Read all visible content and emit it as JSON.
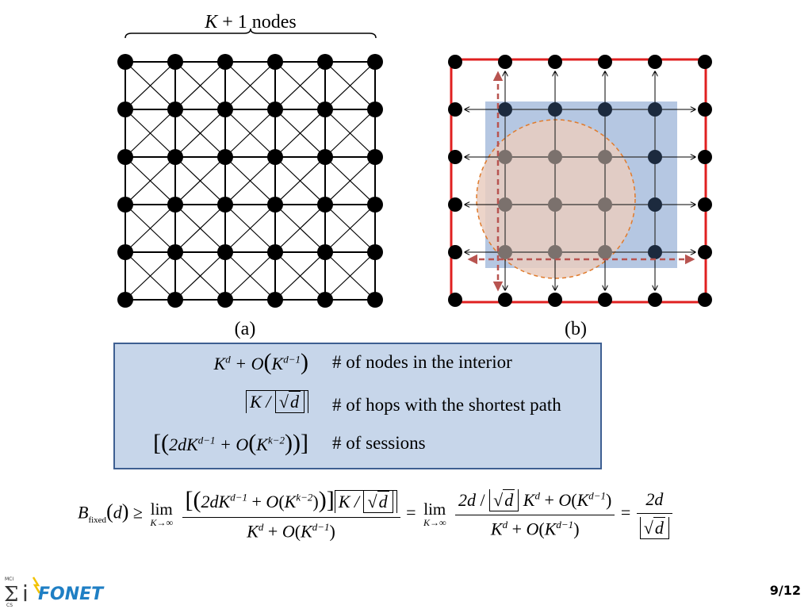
{
  "diagram": {
    "brace_label": "K + 1 nodes",
    "caption_a": "(a)",
    "caption_b": "(b)",
    "colors": {
      "node": "#000000",
      "interior_node": "#1c2a3e",
      "region_fill": "#b5c7e2",
      "circle_fill": "#e9cdc0",
      "circle_stroke": "#e07b2c",
      "frame": "#e02020",
      "dash_arrow": "#b85450"
    }
  },
  "rows": [
    {
      "math": "K^d + O(K^(d−1))",
      "description": "# of nodes in the interior"
    },
    {
      "math": "⌈K / ⌊√d⌋⌉",
      "description": "# of hops with the shortest path"
    },
    {
      "math": "[(2dK^(d−1) + O(K^(k−2)))]",
      "description": "# of sessions"
    }
  ],
  "equation": {
    "lhs": "B",
    "lhs_sub": "fixed",
    "lim": "lim",
    "lim_sub": "K→∞"
  },
  "footer": {
    "logo_text": "FONET",
    "logo_prefix": "i",
    "page_number": "9/12"
  }
}
